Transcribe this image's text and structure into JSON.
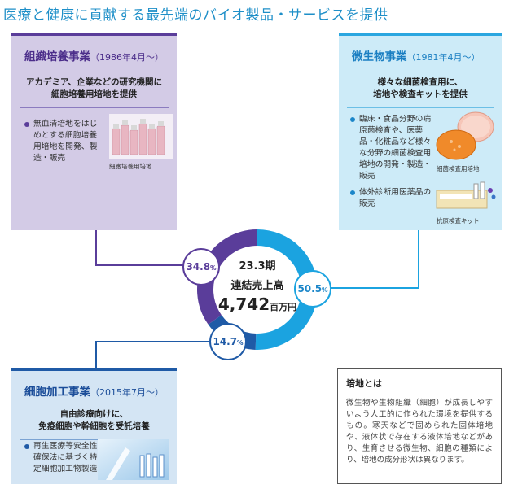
{
  "title": "医療と健康に貢献する最先端のバイオ製品・サービスを提供",
  "colors": {
    "tissue": "#5a3d9a",
    "micro": "#1ba3e0",
    "cell": "#1f5aa6"
  },
  "tissue": {
    "name": "組織培養事業",
    "since": "（1986年4月〜）",
    "subtitle_l1": "アカデミア、企業などの研究機関に",
    "subtitle_l2": "細胞培養用培地を提供",
    "bullet1": "無血清培地をはじめとする細胞培養用培地を開発、製造・販売",
    "image_caption": "細胞培養用培地"
  },
  "micro": {
    "name": "微生物事業",
    "since": "（1981年4月〜）",
    "subtitle_l1": "様々な細菌検査用に、",
    "subtitle_l2": "培地や検査キットを提供",
    "bullet1": "臨床・食品分野の病原菌検査や、医薬品・化粧品など様々な分野の細菌検査用培地の開発・製造・販売",
    "image1_caption": "細菌検査用培地",
    "bullet2": "体外診断用医薬品の販売",
    "image2_caption": "抗原検査キット"
  },
  "cell": {
    "name": "細胞加工事業",
    "since": "（2015年7月〜）",
    "subtitle_l1": "自由診療向けに、",
    "subtitle_l2": "免疫細胞や幹細胞を受託培養",
    "bullet1": "再生医療等安全性確保法に基づく特定細胞加工物製造"
  },
  "center": {
    "period": "23.3期",
    "label": "連結売上高",
    "amount": "4,742",
    "unit": "百万円"
  },
  "definition": {
    "title": "培地とは",
    "body": "微生物や生物組織（細胞）が成長しやすいよう人工的に作られた環境を提供するもの。寒天などで固められた固体培地や、液体状で存在する液体培地などがあり、生育させる微生物、細胞の種類により、培地の成分形状は異なります。"
  },
  "chart_data": {
    "type": "pie",
    "title": "",
    "categories": [
      "微生物事業",
      "細胞加工事業",
      "組織培養事業"
    ],
    "values": [
      50.5,
      14.7,
      34.8
    ],
    "labels": [
      "50.5",
      "14.7",
      "34.8"
    ],
    "unit": "%",
    "donut": true,
    "colors": [
      "#1ba3e0",
      "#1f5aa6",
      "#5a3d9a"
    ]
  }
}
